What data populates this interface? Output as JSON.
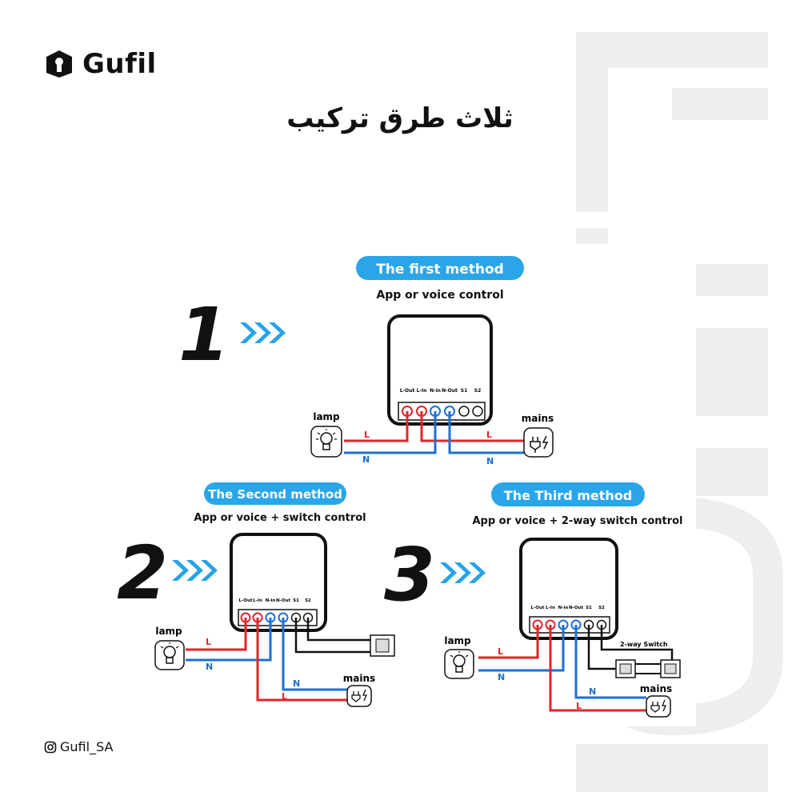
{
  "brand": {
    "name": "Gufil"
  },
  "heading": "ثلاث طرق تركيب",
  "methods": [
    {
      "number": "1",
      "title": "The first method",
      "subtitle": "App or voice control"
    },
    {
      "number": "2",
      "title": "The Second method",
      "subtitle": "App or voice + switch control"
    },
    {
      "number": "3",
      "title": "The  Third  method",
      "subtitle": "App or voice + 2-way switch control"
    }
  ],
  "terminals": [
    "L-Out",
    "L-In",
    "N-in",
    "N-Out",
    "S1",
    "S2"
  ],
  "labels": {
    "lamp": "lamp",
    "mains": "mains",
    "live": "L",
    "neutral": "N",
    "two_way_switch": "2-way Switch"
  },
  "social": {
    "handle": "Gufil_SA"
  },
  "colors": {
    "badge_blue": "#2aa6e8",
    "wire_red": "#e0262b",
    "wire_blue": "#1d6fd1",
    "arrow_blue": "#26a3e6"
  }
}
